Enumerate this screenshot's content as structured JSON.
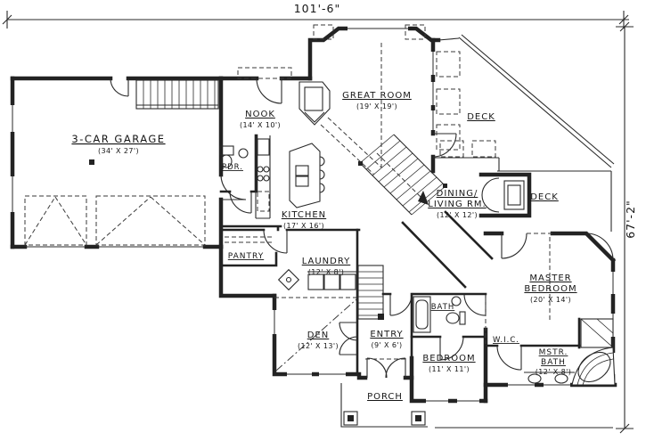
{
  "colors": {
    "ink": "#232323",
    "paper": "#ffffff"
  },
  "dimensions": {
    "width_label": "101'-6\"",
    "height_label": "67'-2\""
  },
  "rooms": [
    {
      "name": "3-CAR GARAGE",
      "dims": "(34' X 27')"
    },
    {
      "name": "NOOK",
      "dims": "(14' X 10')"
    },
    {
      "name": "GREAT ROOM",
      "dims": "(19' X 19')"
    },
    {
      "name": "DECK"
    },
    {
      "name": "DECK"
    },
    {
      "name": "DINING/",
      "name2": "LIVING RM.",
      "dims": "(12' X 12')"
    },
    {
      "name": "KITCHEN",
      "dims": "(17' X 16')"
    },
    {
      "name": "PDR."
    },
    {
      "name": "PANTRY"
    },
    {
      "name": "LAUNDRY",
      "dims": "(12' X 8')"
    },
    {
      "name": "MASTER",
      "name2": "BEDROOM",
      "dims": "(20' X 14')"
    },
    {
      "name": "DEN",
      "dims": "(12' X 13')"
    },
    {
      "name": "ENTRY",
      "dims": "(9' X 6')"
    },
    {
      "name": "BATH"
    },
    {
      "name": "BEDROOM",
      "dims": "(11' X 11')"
    },
    {
      "name": "W.I.C."
    },
    {
      "name": "MSTR.",
      "name2": "BATH",
      "dims": "(12' X 8')"
    },
    {
      "name": "PORCH"
    }
  ]
}
